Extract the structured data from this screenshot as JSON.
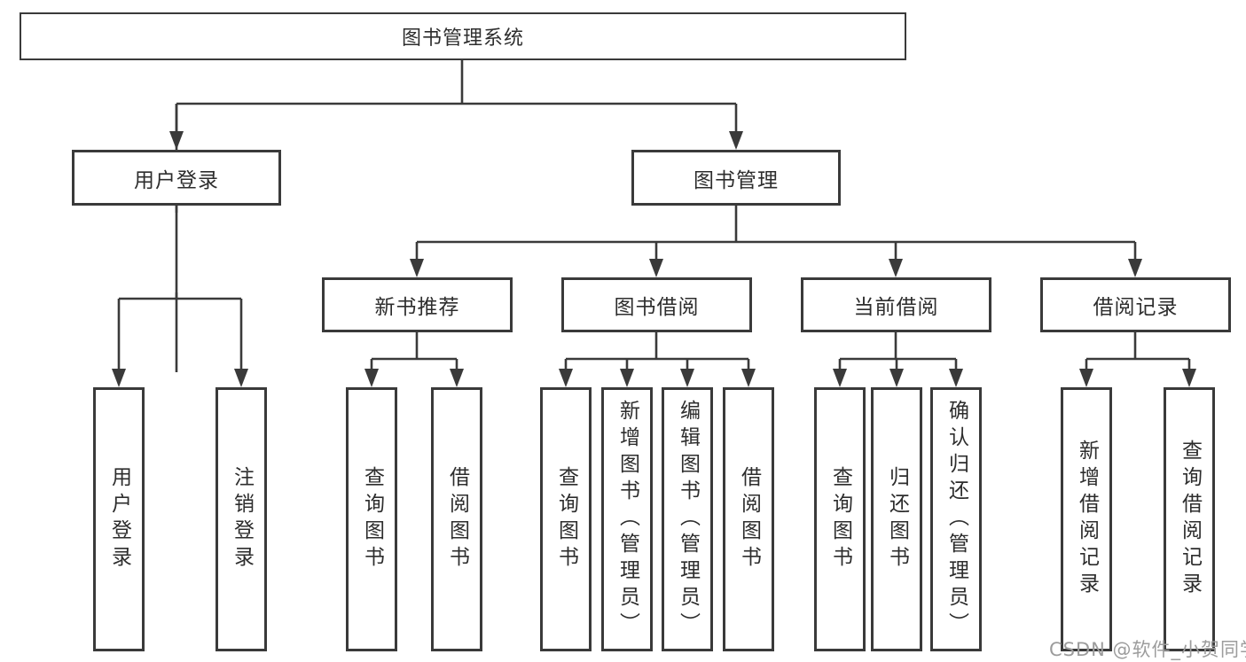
{
  "tree": {
    "label": "图书管理系统",
    "children": [
      {
        "label": "用户登录",
        "children": [
          {
            "label": "用户登录"
          },
          {
            "label": "注销登录"
          }
        ]
      },
      {
        "label": "图书管理",
        "children": [
          {
            "label": "新书推荐",
            "children": [
              {
                "label": "查询图书"
              },
              {
                "label": "借阅图书"
              }
            ]
          },
          {
            "label": "图书借阅",
            "children": [
              {
                "label": "查询图书"
              },
              {
                "label": "新增图书（管理员）"
              },
              {
                "label": "编辑图书（管理员）"
              },
              {
                "label": "借阅图书"
              }
            ]
          },
          {
            "label": "当前借阅",
            "children": [
              {
                "label": "查询图书"
              },
              {
                "label": "归还图书"
              },
              {
                "label": "确认归还（管理员）"
              }
            ]
          },
          {
            "label": "借阅记录",
            "children": [
              {
                "label": "新增借阅记录"
              },
              {
                "label": "查询借阅记录"
              }
            ]
          }
        ]
      }
    ]
  },
  "watermark": {
    "text": "CSDN @软件_小贺同学"
  },
  "colors": {
    "line": "#3a3a3a",
    "box_border": "#3a3a3a",
    "text": "#2d2d2d",
    "watermark": "#9c9c9c",
    "background": "#ffffff"
  }
}
